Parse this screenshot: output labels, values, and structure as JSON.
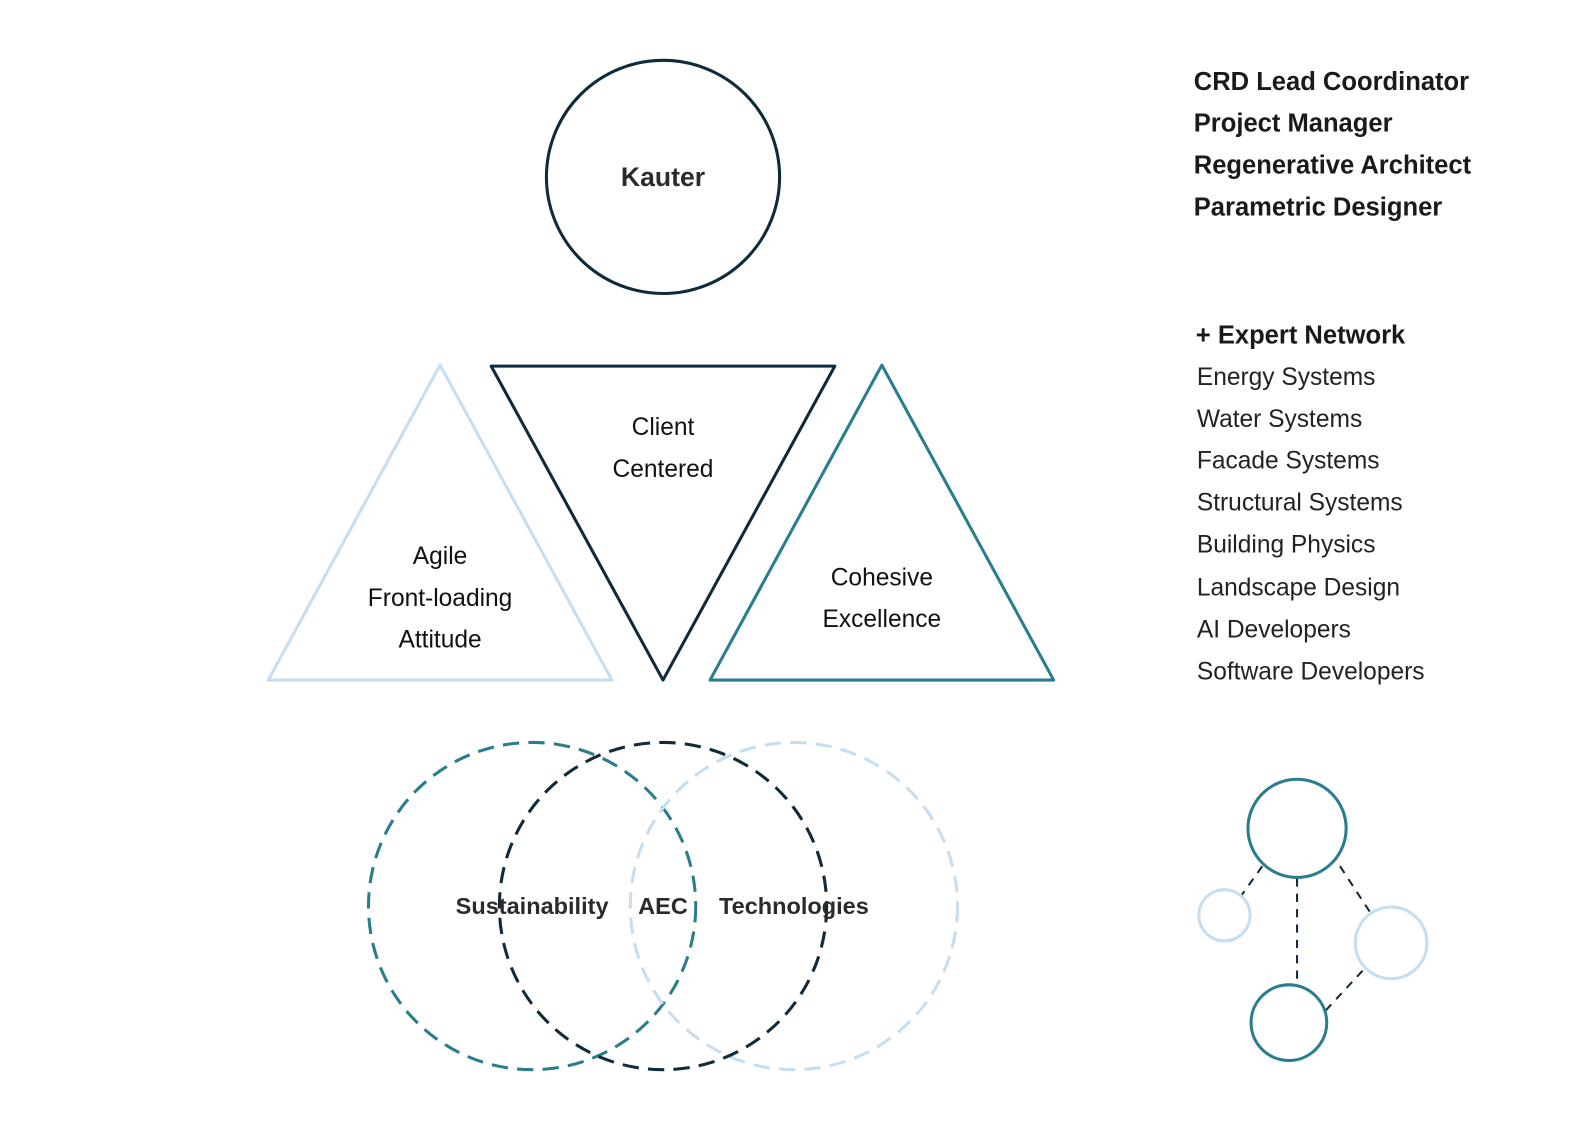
{
  "colors": {
    "dark": "#0e2a3b",
    "teal": "#2a7d8c",
    "light": "#c6def2",
    "text": "#1a1a1a"
  },
  "central_node": {
    "label": "Kauter"
  },
  "pillars": [
    {
      "lines": [
        "Agile",
        "Front-loading",
        "Attitude"
      ],
      "color": "#c6def2"
    },
    {
      "lines": [
        "Client",
        "Centered"
      ],
      "color": "#0e2a3b"
    },
    {
      "lines": [
        "Cohesive",
        "Excellence"
      ],
      "color": "#2a7d8c"
    }
  ],
  "venn": [
    {
      "label": "Sustainability",
      "color": "#2a7d8c"
    },
    {
      "label": "AEC",
      "color": "#0e2a3b"
    },
    {
      "label": "Technologies",
      "color": "#c6def2"
    }
  ],
  "team": [
    "CRD Lead Coordinator",
    "Project Manager",
    "Regenerative Architect",
    "Parametric Designer"
  ],
  "expert_network": {
    "heading": "+ Expert Network",
    "items": [
      "Energy Systems",
      "Water Systems",
      "Facade Systems",
      "Structural Systems",
      "Building Physics",
      "Landscape Design",
      "AI Developers",
      "Software Developers"
    ]
  },
  "network_icon": {
    "nodes": [
      {
        "role": "hub",
        "color": "#2a7d8c"
      },
      {
        "role": "satellite",
        "color": "#c6def2"
      },
      {
        "role": "satellite",
        "color": "#c6def2"
      },
      {
        "role": "member",
        "color": "#2a7d8c"
      }
    ]
  }
}
